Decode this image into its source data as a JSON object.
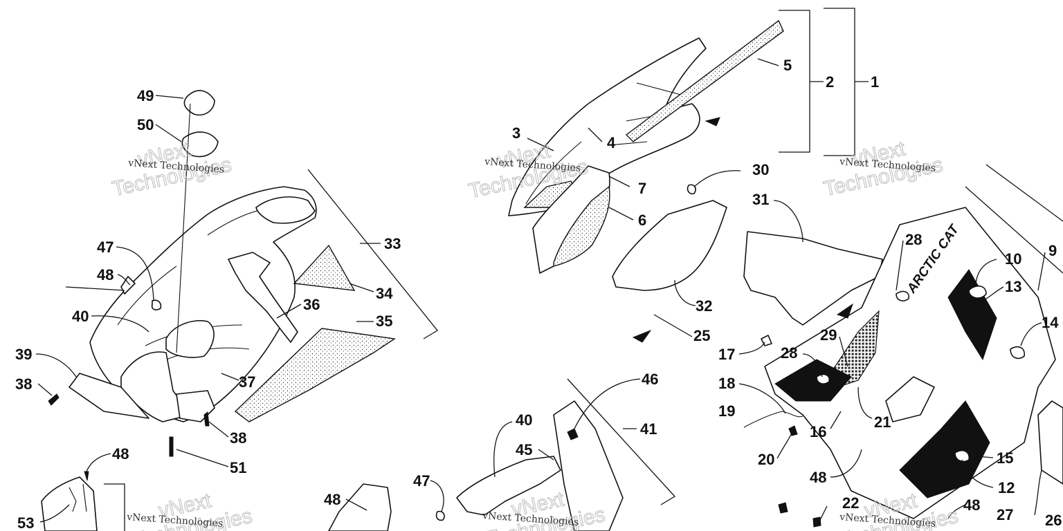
{
  "diagram": {
    "callouts": [
      "1",
      "2",
      "3",
      "4",
      "5",
      "6",
      "7",
      "9",
      "10",
      "12",
      "13",
      "14",
      "15",
      "16",
      "17",
      "18",
      "19",
      "20",
      "21",
      "22",
      "25",
      "26",
      "27",
      "28",
      "28",
      "29",
      "30",
      "31",
      "32",
      "33",
      "34",
      "35",
      "36",
      "37",
      "38",
      "38",
      "39",
      "40",
      "40",
      "41",
      "45",
      "46",
      "47",
      "47",
      "48",
      "48",
      "48",
      "48",
      "48",
      "49",
      "50",
      "51",
      "53"
    ],
    "brand_text": "ARCTIC CAT",
    "watermark_line": "vNext Technologies",
    "watermark_outline_top": "vNext",
    "watermark_outline_bottom": "Technologies"
  }
}
